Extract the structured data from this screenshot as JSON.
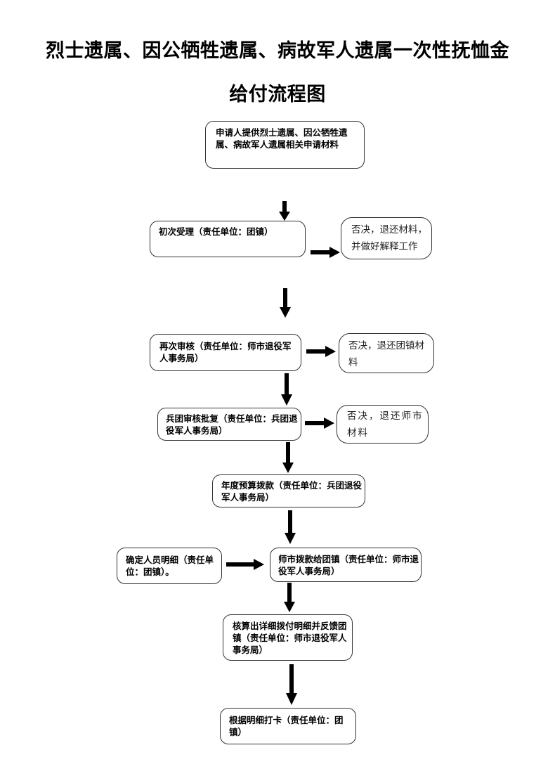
{
  "title": {
    "line1": "烈士遗属、因公牺牲遗属、病故军人遗属一次性抚恤金",
    "line2": "给付流程图"
  },
  "nodes": {
    "apply": "申请人提供烈士遗属、因公牺牲遗属、病故军人遗属相关申请材料",
    "first_accept": "初次受理（责任单位：团镇）",
    "reject1": "否决，退还材料，并做好解释工作",
    "second_review": "再次审核（责任单位：师市退役军人事务局）",
    "reject2": "否决，退还团镇材料",
    "corps_approve": "兵团审核批复（责任单位：兵团退役军人事务局）",
    "reject3": "否决，退还师市材料",
    "budget": "年度预算拨款（责任单位：兵团退役军人事务局）",
    "confirm_staff": "确定人员明细（责任单位：团镇）。",
    "division_allocate": "师市拨款给团镇（责任单位：师市退役军人事务局）",
    "calculate": "核算出详细拨付明细并反馈团镇（责任单位：师市退役军人事务局）",
    "pay_card": "根据明细打卡（责任单位：团镇）"
  }
}
